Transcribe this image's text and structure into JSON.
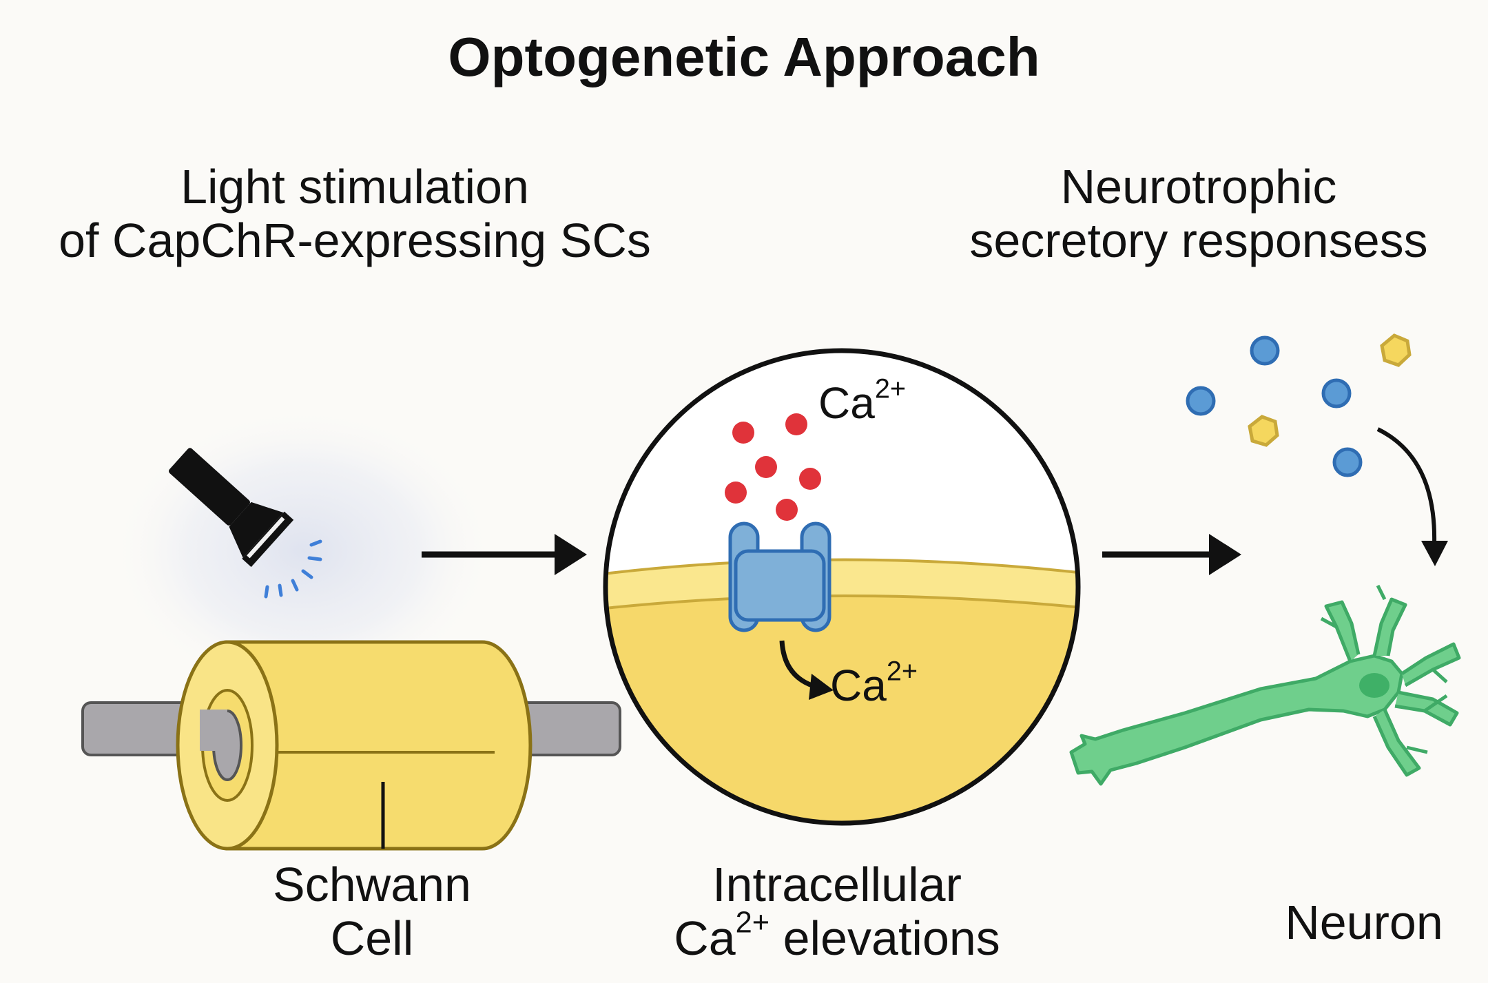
{
  "title": "Optogenetic Approach",
  "step1": {
    "line1": "Light stimulation",
    "line2": "of CapChR-expressing SCs"
  },
  "step3": {
    "line1": "Neurotrophic",
    "line2": "secretory responsess"
  },
  "ca_outside": {
    "base": "Ca",
    "sup": "2+"
  },
  "ca_inside": {
    "base": "Ca",
    "sup": "2+"
  },
  "schwann_label": {
    "line1": "Schwann",
    "line2": "Cell"
  },
  "intracellular_label": {
    "line1": "Intracellular",
    "line2_base": "Ca",
    "line2_sup": "2+",
    "line2_rest": " elevations"
  },
  "neuron_label": "Neuron",
  "colors": {
    "schwann_yellow": "#f6dc6e",
    "axon_gray": "#a9a7ab",
    "calcium_red": "#e0333a",
    "channel_blue": "#7fb0d8",
    "factor_blue": "#5b9bd5",
    "factor_yellow": "#f5d75e",
    "neuron_green": "#6fcf8c",
    "light_blue": "#3f7fd8"
  }
}
